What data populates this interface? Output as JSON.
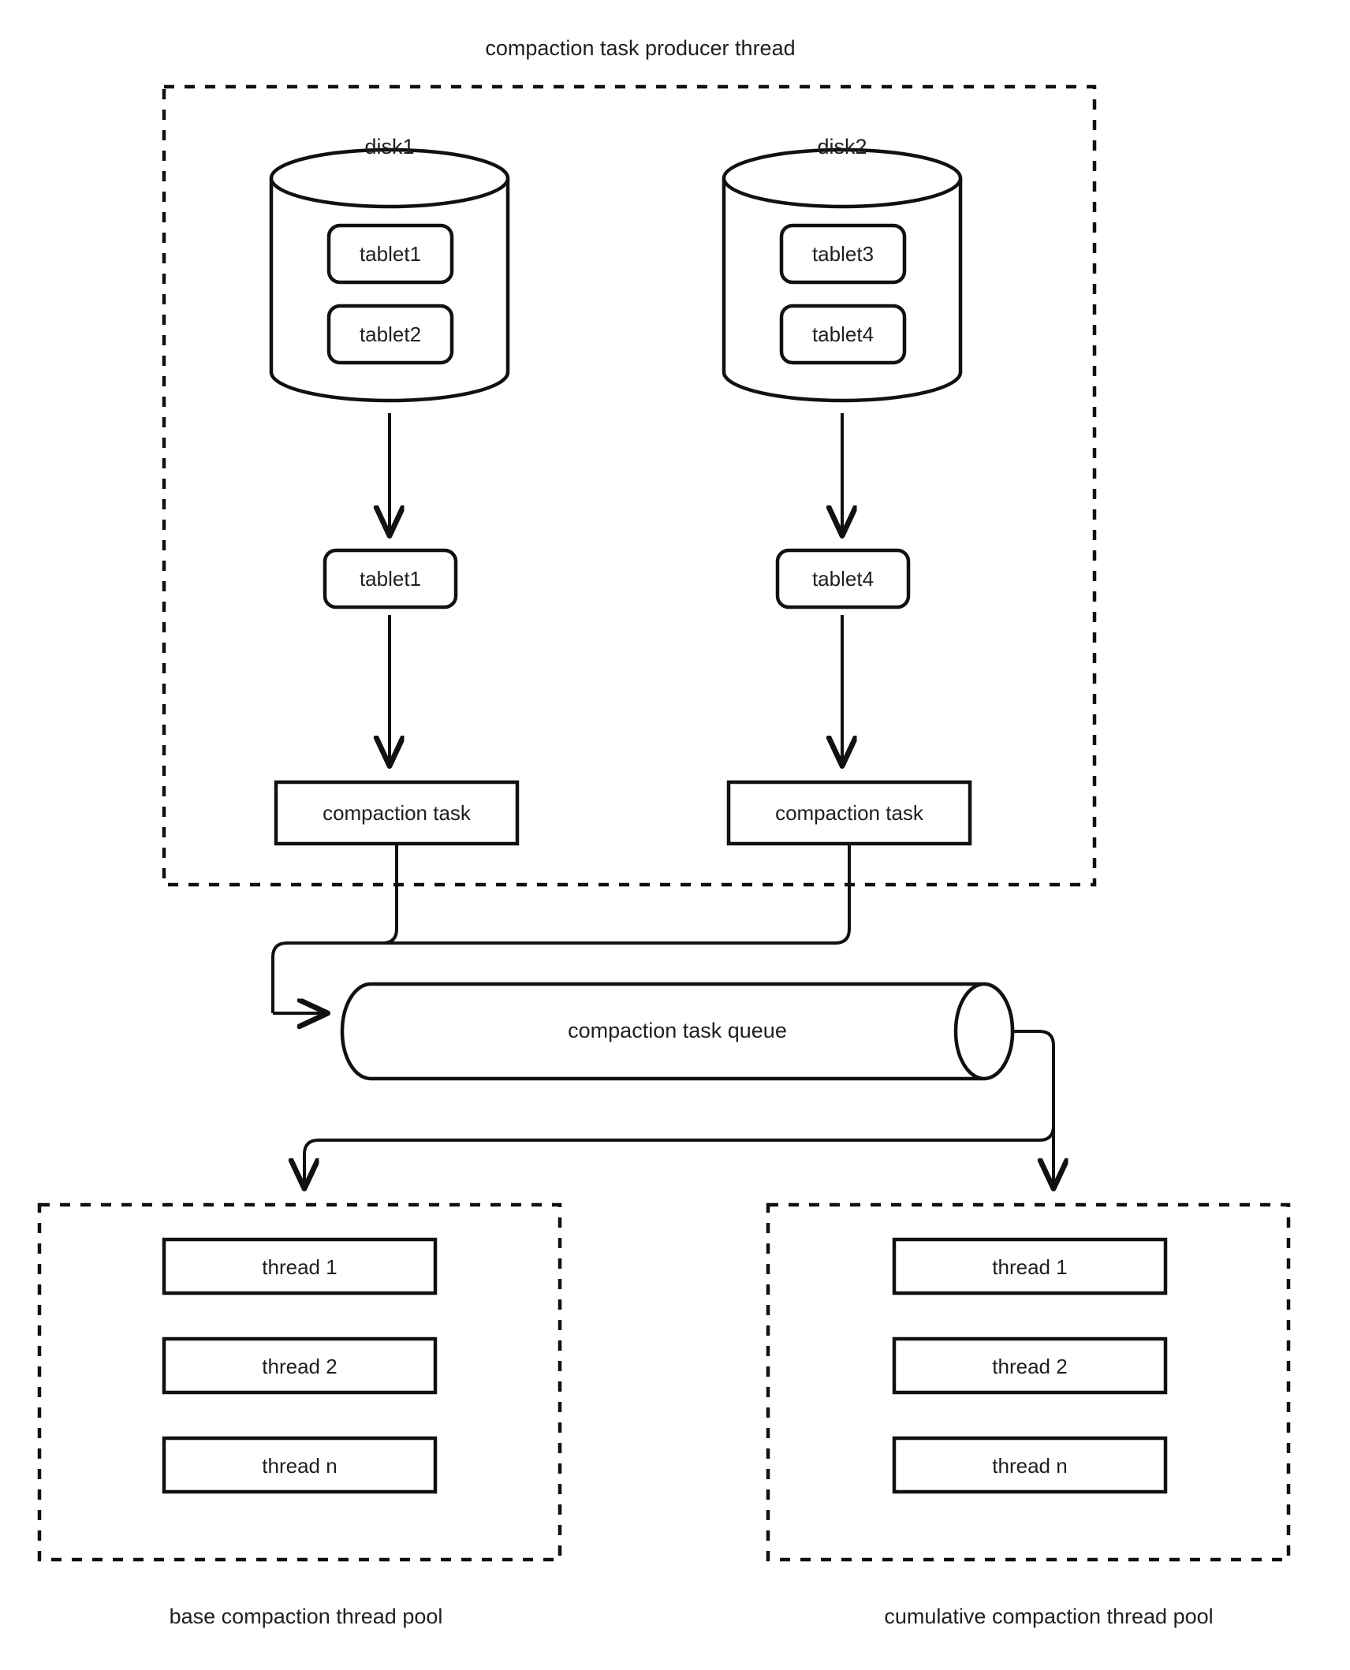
{
  "diagram": {
    "title": "compaction task producer thread",
    "producer": {
      "disks": [
        {
          "name": "disk1",
          "tablets": [
            "tablet1",
            "tablet2"
          ],
          "selected_tablet": "tablet1",
          "task_label": "compaction task"
        },
        {
          "name": "disk2",
          "tablets": [
            "tablet3",
            "tablet4"
          ],
          "selected_tablet": "tablet4",
          "task_label": "compaction task"
        }
      ]
    },
    "queue": {
      "label": "compaction task queue"
    },
    "pools": [
      {
        "name": "base compaction thread pool",
        "threads": [
          "thread 1",
          "thread 2",
          "thread n"
        ]
      },
      {
        "name": "cumulative compaction thread pool",
        "threads": [
          "thread 1",
          "thread 2",
          "thread n"
        ]
      }
    ],
    "colors": {
      "stroke": "#111111",
      "background": "#ffffff",
      "text": "#1f1f1f"
    }
  }
}
